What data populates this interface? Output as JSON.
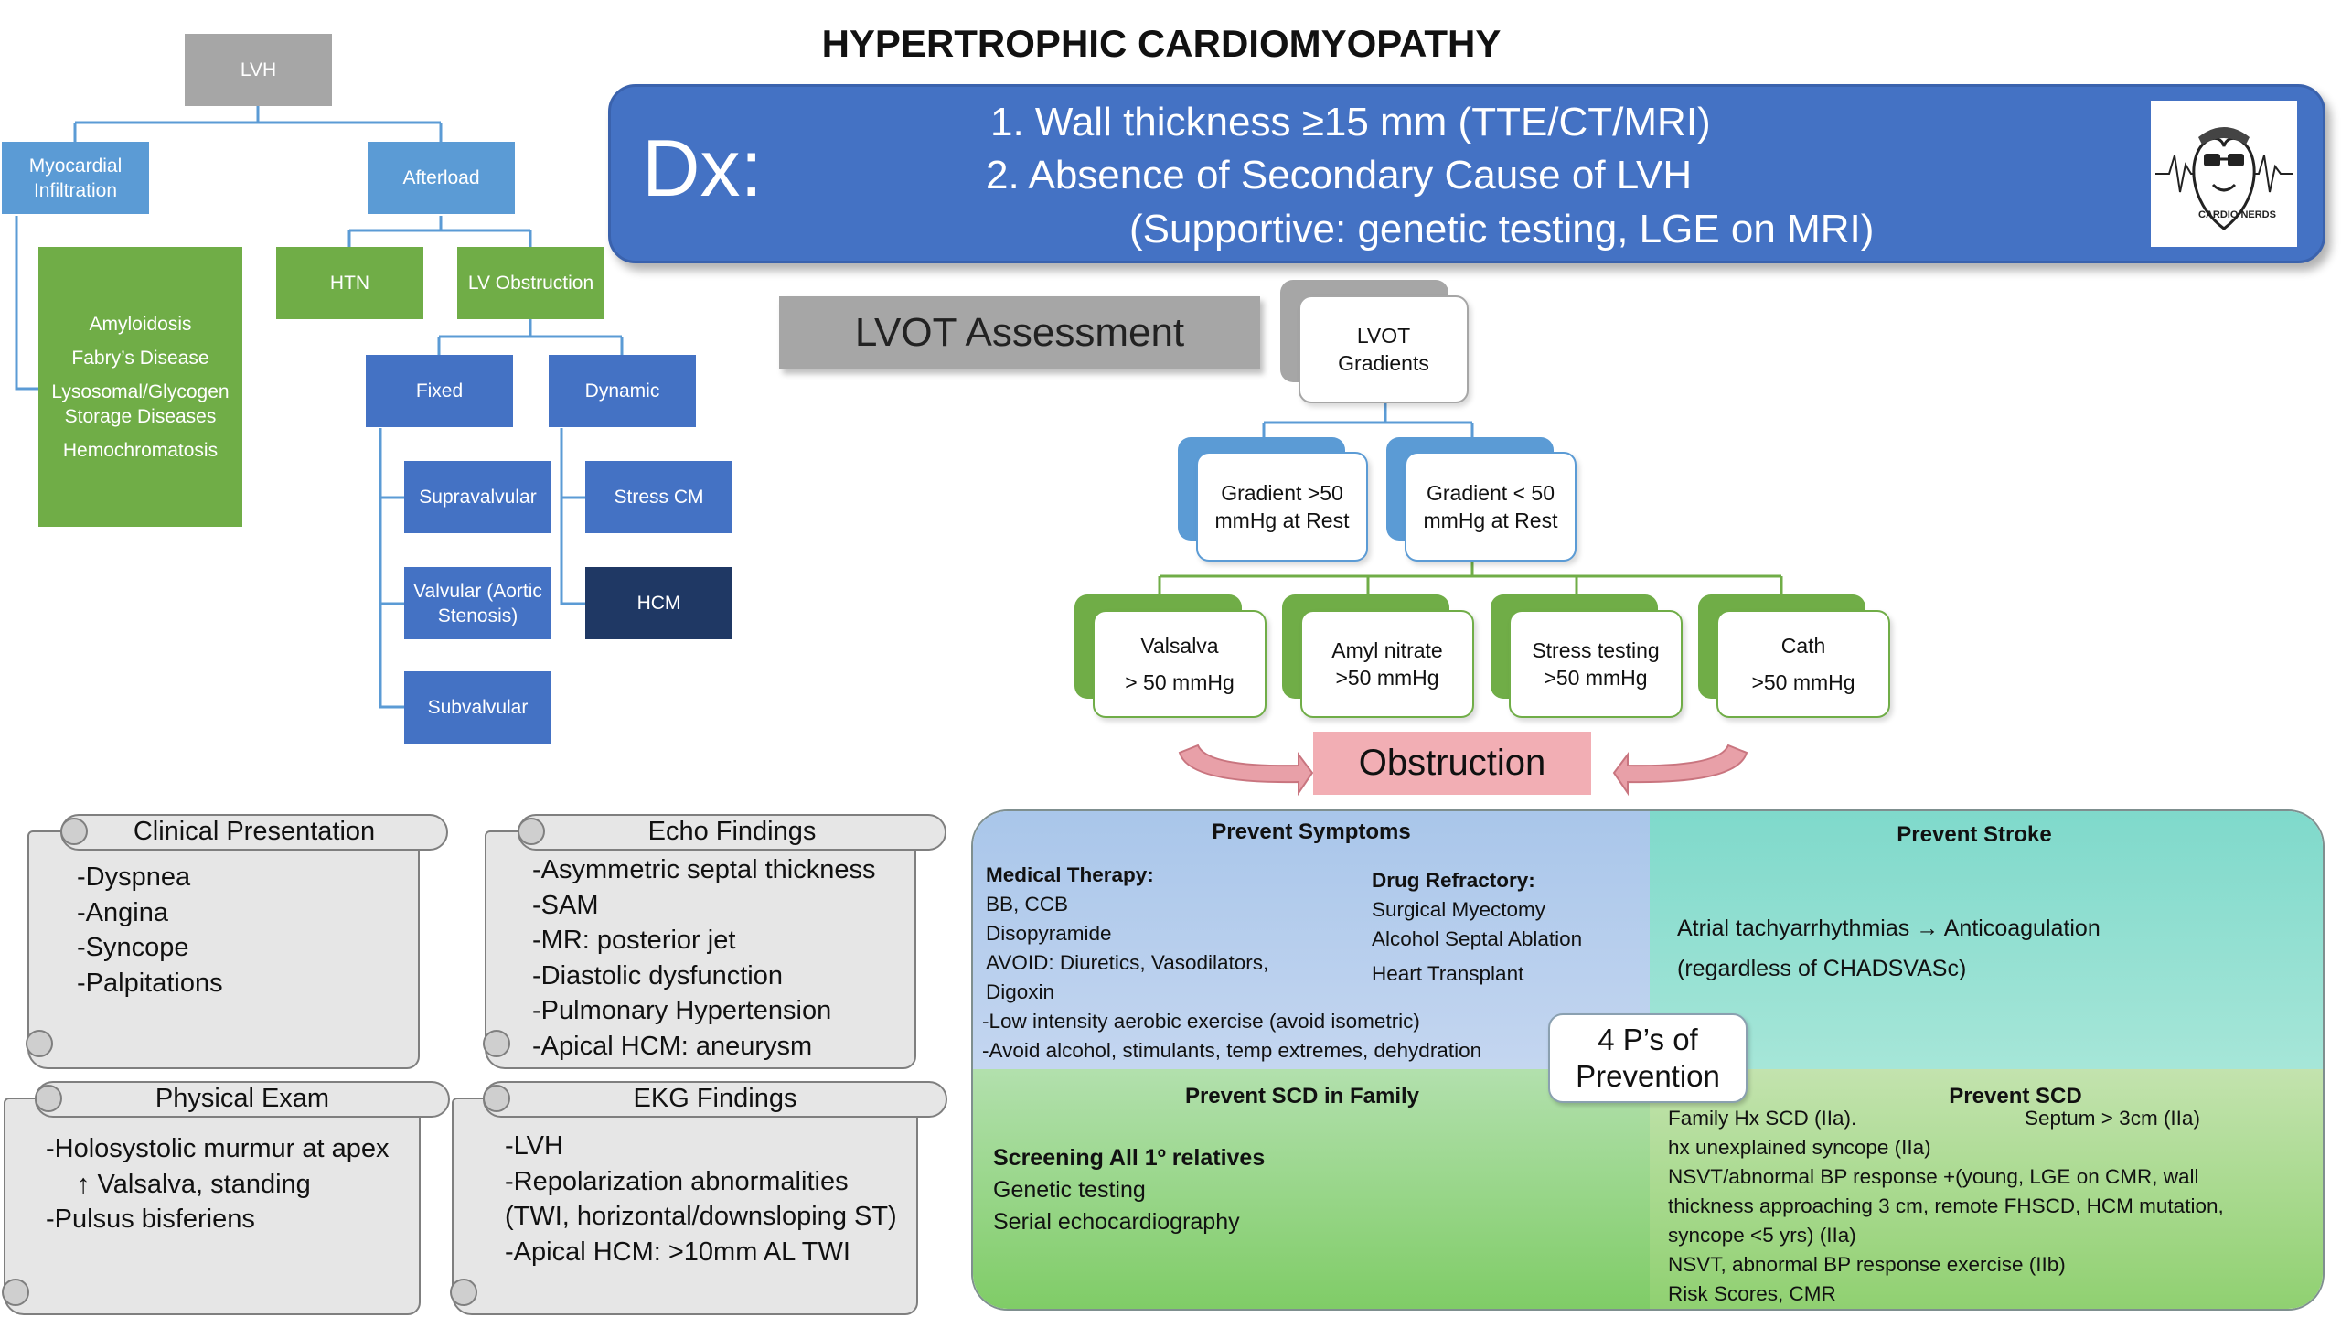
{
  "title": "HYPERTROPHIC CARDIOMYOPATHY",
  "dx": {
    "label": "Dx:",
    "lines": [
      "1. Wall thickness  ≥15 mm (TTE/CT/MRI)",
      "2. Absence of Secondary Cause of LVH",
      "(Supportive: genetic testing, LGE on MRI)"
    ],
    "logo_text": "CARDIO NERDS"
  },
  "lvh_tree": {
    "root": "LVH",
    "infiltration": "Myocardial Infiltration",
    "afterload": "Afterload",
    "infiltration_list": [
      "Amyloidosis",
      "Fabry’s Disease",
      "Lysosomal/Glycogen Storage Diseases",
      "Hemochromatosis"
    ],
    "htn": "HTN",
    "lv_obstruction": "LV Obstruction",
    "fixed": "Fixed",
    "dynamic": "Dynamic",
    "fixed_items": [
      "Supravalvular",
      "Valvular (Aortic Stenosis)",
      "Subvalvular"
    ],
    "dynamic_items": [
      "Stress CM",
      "HCM"
    ]
  },
  "lvot": {
    "assessment_label": "LVOT Assessment",
    "gradients": "LVOT Gradients",
    "gradient_high": "Gradient >50 mmHg at Rest",
    "gradient_low": "Gradient < 50 mmHg at Rest",
    "tests": [
      {
        "name": "Valsalva",
        "value": "> 50 mmHg"
      },
      {
        "name": "Amyl nitrate",
        "value": ">50 mmHg"
      },
      {
        "name": "Stress testing",
        "value": ">50 mmHg"
      },
      {
        "name": "Cath",
        "value": ">50 mmHg"
      }
    ],
    "obstruction": "Obstruction"
  },
  "clinical": {
    "title": "Clinical Presentation",
    "items": [
      "-Dyspnea",
      "-Angina",
      "-Syncope",
      "-Palpitations"
    ]
  },
  "echo": {
    "title": "Echo Findings",
    "items": [
      "-Asymmetric septal thickness",
      "-SAM",
      "-MR: posterior jet",
      "-Diastolic dysfunction",
      "-Pulmonary Hypertension",
      "-Apical HCM: aneurysm"
    ]
  },
  "exam": {
    "title": "Physical Exam",
    "items": [
      "-Holosystolic murmur at apex",
      "↑ Valsalva, standing",
      "-Pulsus bisferiens"
    ]
  },
  "ekg": {
    "title": "EKG Findings",
    "items": [
      "-LVH",
      "-Repolarization abnormalities",
      "(TWI, horizontal/downsloping ST)",
      "-Apical HCM: >10mm AL TWI"
    ]
  },
  "prevention": {
    "center": "4 P’s of Prevention",
    "symptoms": {
      "title": "Prevent Symptoms",
      "medical_title": "Medical Therapy:",
      "medical_items": [
        "BB, CCB",
        "Disopyramide",
        "AVOID: Diuretics, Vasodilators,",
        "Digoxin"
      ],
      "refractory_title": "Drug Refractory:",
      "refractory_items": [
        "Surgical Myectomy",
        "Alcohol Septal Ablation",
        "Heart Transplant"
      ],
      "lifestyle": [
        "-Low intensity aerobic exercise (avoid isometric)",
        "-Avoid alcohol, stimulants, temp extremes, dehydration"
      ]
    },
    "stroke": {
      "title": "Prevent Stroke",
      "lines": [
        "Atrial tachyarrhythmias → Anticoagulation",
        "(regardless of CHADSVASc)"
      ]
    },
    "family": {
      "title": "Prevent SCD in Family",
      "lead": "Screening All 1º relatives",
      "items": [
        "Genetic testing",
        "Serial echocardiography"
      ]
    },
    "scd": {
      "title": "Prevent SCD",
      "first_left": "Family Hx SCD (IIa).",
      "first_right": "Septum > 3cm (IIa)",
      "lines": [
        "hx unexplained syncope (IIa)",
        "NSVT/abnormal BP response +(young, LGE on CMR, wall",
        "thickness approaching 3 cm, remote FHSCD, HCM mutation,",
        "syncope <5 yrs) (IIa)",
        "NSVT, abnormal BP response exercise (IIb)",
        "Risk Scores, CMR"
      ]
    }
  }
}
